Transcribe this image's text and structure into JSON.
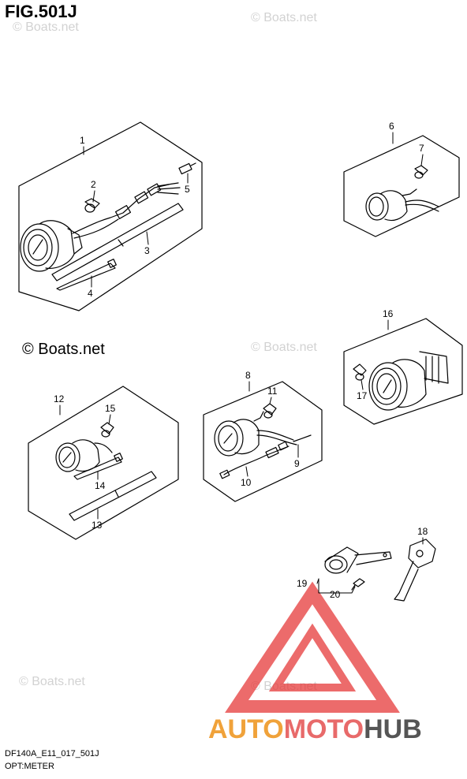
{
  "header": {
    "title": "FIG.501J"
  },
  "copyright": "© Boats.net",
  "watermark": "© Boats.net",
  "footer": {
    "code": "DF140A_E11_017_501J",
    "subtitle": "OPT:METER"
  },
  "brand": {
    "part1": "AUTO",
    "part2": "MOTO",
    "part3": "HUB",
    "colors": {
      "auto": "#f0a23a",
      "moto": "#e86a6a",
      "hub": "#555555",
      "logo": "#e63a3a"
    }
  },
  "callouts": [
    "1",
    "2",
    "3",
    "4",
    "5",
    "6",
    "7",
    "8",
    "9",
    "10",
    "11",
    "12",
    "13",
    "14",
    "15",
    "16",
    "17",
    "18",
    "19",
    "20"
  ]
}
